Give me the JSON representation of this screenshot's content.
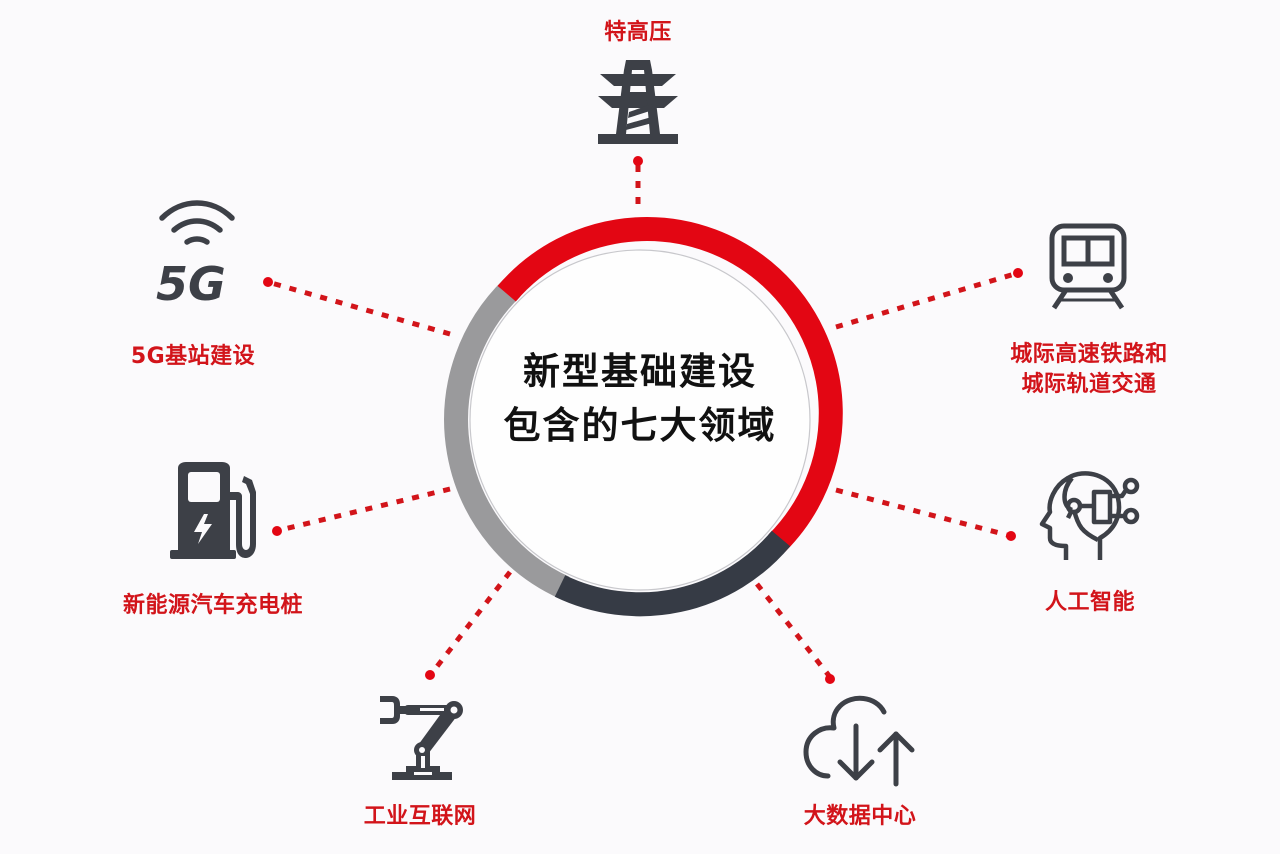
{
  "diagram": {
    "title_line1": "新型基础建设",
    "title_line2": "包含的七大领域",
    "ring_colors": {
      "red": "#e30613",
      "gray": "#9a9a9c",
      "dark": "#363b45"
    },
    "accent_color": "#d2141a",
    "icon_color": "#3d4047",
    "nodes": [
      {
        "id": "uhv",
        "label": "特高压",
        "icon": "power-tower-icon"
      },
      {
        "id": "rail",
        "label_line1": "城际高速铁路和",
        "label_line2": "城际轨道交通",
        "icon": "train-icon"
      },
      {
        "id": "ai",
        "label": "人工智能",
        "icon": "ai-head-icon"
      },
      {
        "id": "datacenter",
        "label": "大数据中心",
        "icon": "cloud-sync-icon"
      },
      {
        "id": "iiot",
        "label": "工业互联网",
        "icon": "robot-arm-icon"
      },
      {
        "id": "ev",
        "label": "新能源汽车充电桩",
        "icon": "charging-station-icon"
      },
      {
        "id": "5g",
        "label": "5G基站建设",
        "icon": "5g-signal-icon",
        "icon_text": "5G"
      }
    ]
  }
}
